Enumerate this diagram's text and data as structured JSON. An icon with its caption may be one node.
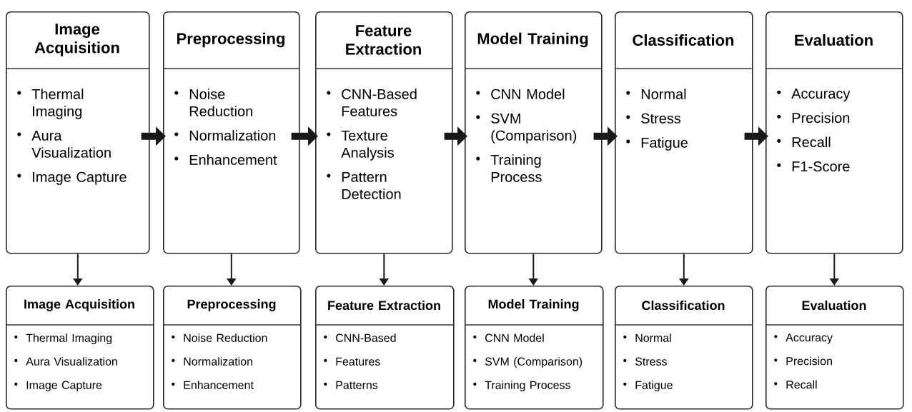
{
  "diagram": {
    "nodes": [
      {
        "text": [
          "Image Acquisition",
          "Thermal Imaging",
          "Aura Visualization",
          "Image Capture"
        ]
      },
      {
        "text": [
          "Preprocessing",
          "Noise Reduction",
          "Normalization",
          "Enhancement"
        ]
      },
      {
        "text": [
          "Feature Extraction",
          "CNN-Based Features",
          "Texture Analysis",
          "Pattern Detection"
        ]
      },
      {
        "text": [
          "Model Training",
          "CNN Model",
          "SVM (Comparison)",
          "Training Process"
        ]
      },
      {
        "text": [
          "Classification",
          "Normal",
          "Stress",
          "Fatigue"
        ]
      },
      {
        "text": [
          "Evaluation",
          "Accuracy",
          "Precision",
          "Recall",
          "F1-Score"
        ]
      },
      {
        "text": [
          "Image Acquisition",
          "Thermal Imaging",
          "Aura Visualization",
          "Image Capture"
        ]
      },
      {
        "text": [
          "Preprocessing",
          "Noise Reduction",
          "Normalization",
          "Enhancement"
        ]
      },
      {
        "text": [
          "Feature Extraction",
          "CNN-Based",
          "Features",
          "Patterns"
        ]
      },
      {
        "text": [
          "Model Training",
          "CNN Model",
          "SVM (Comparison)",
          "Training Process"
        ]
      },
      {
        "text": [
          "Classification",
          "Normal",
          "Stress",
          "Fatigue"
        ]
      },
      {
        "text": [
          "Evaluation",
          "Accuracy",
          "Precision",
          "Recall"
        ]
      }
    ],
    "edges": [
      {
        "from": 0,
        "to": 1,
        "arrow": "to",
        "style": "thick"
      },
      {
        "from": 1,
        "to": 2,
        "arrow": "to",
        "style": "thick"
      },
      {
        "from": 2,
        "to": 3,
        "arrow": "to",
        "style": "thick"
      },
      {
        "from": 3,
        "to": 4,
        "arrow": "to",
        "style": "thick"
      },
      {
        "from": 4,
        "to": 5,
        "arrow": "to",
        "style": "thick"
      },
      {
        "from": 0,
        "to": 6,
        "arrow": "to"
      },
      {
        "from": 1,
        "to": 7,
        "arrow": "to"
      },
      {
        "from": 2,
        "to": 8,
        "arrow": "to"
      },
      {
        "from": 3,
        "to": 9,
        "arrow": "to"
      },
      {
        "from": 4,
        "to": 10,
        "arrow": "to"
      },
      {
        "from": 5,
        "to": 11,
        "arrow": "to"
      }
    ]
  }
}
